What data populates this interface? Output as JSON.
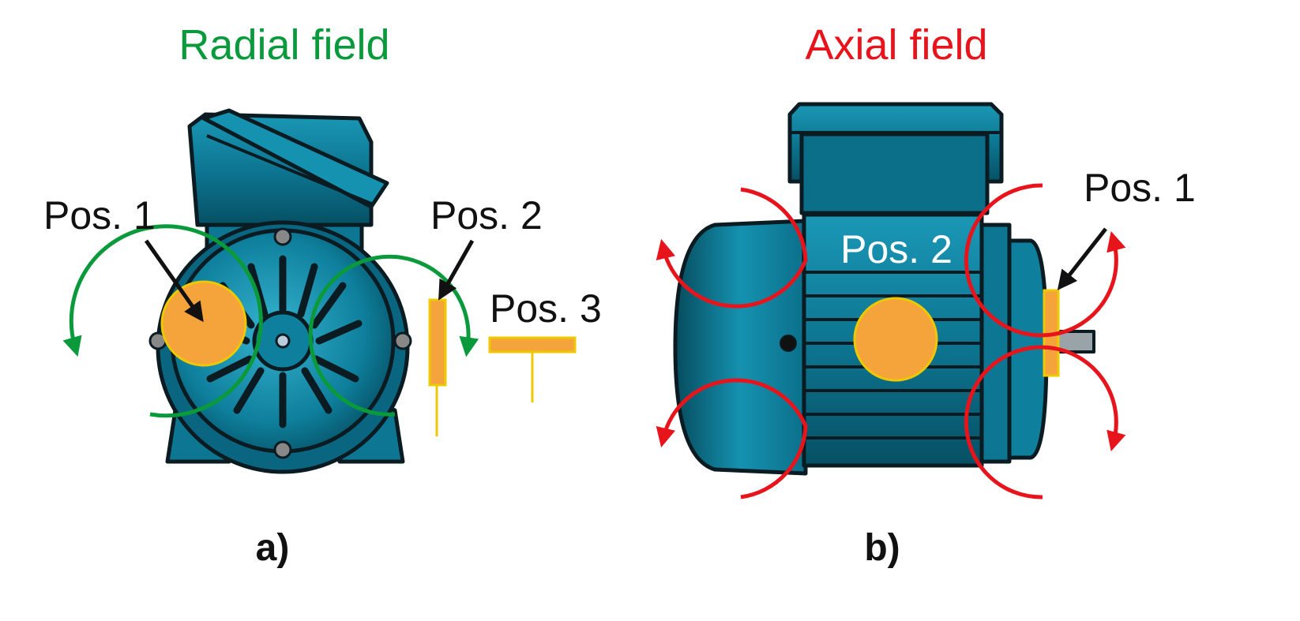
{
  "colors": {
    "radial": "#0a9a3c",
    "axial": "#e8141c",
    "motor": "#0e7f9c",
    "motor_light": "#2aa6c2",
    "motor_dark": "#064a5c",
    "sensor": "#f5a33b",
    "sensor_edge": "#f0c800",
    "outline": "#0b1b22",
    "text": "#111111"
  },
  "panel_a": {
    "title": "Radial field",
    "caption": "a)",
    "labels": {
      "pos1": "Pos. 1",
      "pos2": "Pos. 2",
      "pos3": "Pos. 3"
    }
  },
  "panel_b": {
    "title": "Axial field",
    "caption": "b)",
    "labels": {
      "pos1": "Pos. 1",
      "pos2": "Pos. 2"
    }
  },
  "icons": [
    "curved-arrow-icon",
    "pointer-arrow-icon"
  ]
}
